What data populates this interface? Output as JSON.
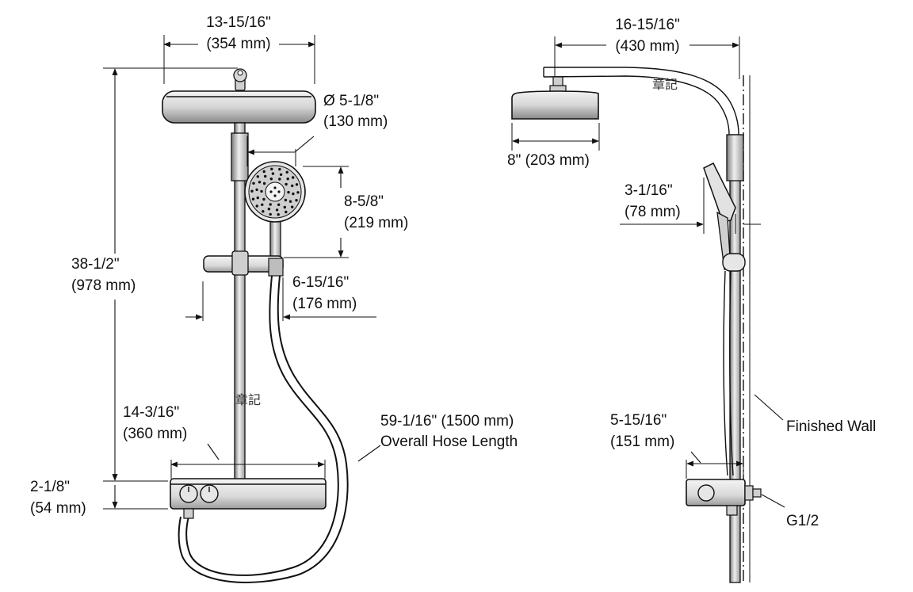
{
  "dimensions": {
    "top_width_in": "13-15/16\"",
    "top_width_mm": "(354 mm)",
    "head_dia_in": "Ø 5-1/8\"",
    "head_dia_mm": "(130 mm)",
    "hand_height_in": "8-5/8\"",
    "hand_height_mm": "(219 mm)",
    "overall_height_in": "38-1/2\"",
    "overall_height_mm": "(978 mm)",
    "slider_offset_in": "6-15/16\"",
    "slider_offset_mm": "(176 mm)",
    "valve_width_in": "14-3/16\"",
    "valve_width_mm": "(360 mm)",
    "valve_height_in": "2-1/8\"",
    "valve_height_mm": "(54 mm)",
    "hose_length": "59-1/16\" (1500 mm)",
    "hose_caption": "Overall Hose Length",
    "projection_in": "16-15/16\"",
    "projection_mm": "(430 mm)",
    "head_width_side": "8\" (203 mm)",
    "hand_depth_in": "3-1/16\"",
    "hand_depth_mm": "(78 mm)",
    "valve_depth_in": "5-15/16\"",
    "valve_depth_mm": "(151 mm)",
    "finished_wall": "Finished Wall",
    "thread": "G1/2"
  },
  "watermark": "章記"
}
